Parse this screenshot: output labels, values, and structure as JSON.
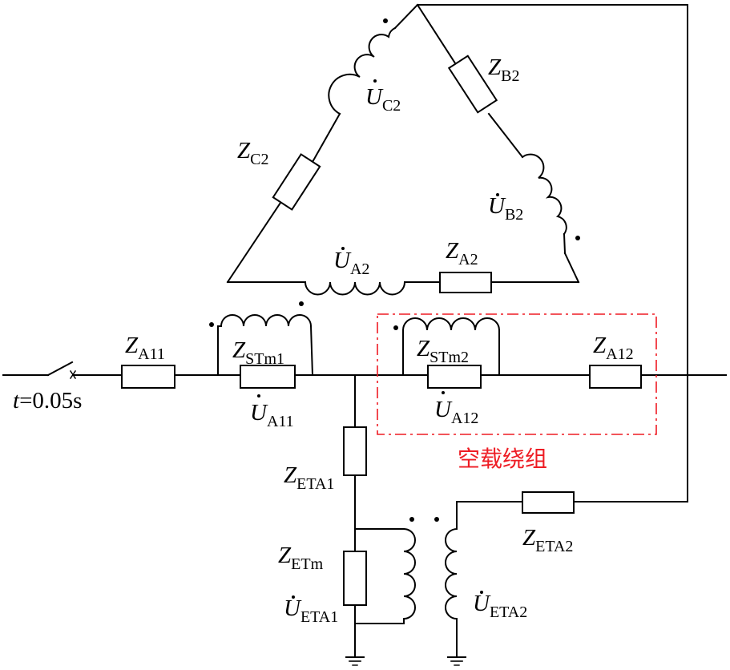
{
  "labels": {
    "z_a11": {
      "base": "Z",
      "sub": "A11"
    },
    "z_stm1": {
      "base": "Z",
      "sub": "STm1"
    },
    "u_a11": {
      "base": "U",
      "sub": "A11"
    },
    "z_stm2": {
      "base": "Z",
      "sub": "STm2"
    },
    "u_a12": {
      "base": "U",
      "sub": "A12"
    },
    "z_a12": {
      "base": "Z",
      "sub": "A12"
    },
    "z_eta1": {
      "base": "Z",
      "sub": "ETA1"
    },
    "z_etm": {
      "base": "Z",
      "sub": "ETm"
    },
    "u_eta1": {
      "base": "U",
      "sub": "ETA1"
    },
    "u_eta2": {
      "base": "U",
      "sub": "ETA2"
    },
    "z_eta2": {
      "base": "Z",
      "sub": "ETA2"
    },
    "u_c2": {
      "base": "U",
      "sub": "C2"
    },
    "z_c2": {
      "base": "Z",
      "sub": "C2"
    },
    "z_b2": {
      "base": "Z",
      "sub": "B2"
    },
    "u_b2": {
      "base": "U",
      "sub": "B2"
    },
    "u_a2": {
      "base": "U",
      "sub": "A2"
    },
    "z_a2": {
      "base": "Z",
      "sub": "A2"
    }
  },
  "switch_time": {
    "var": "t",
    "rest": "=0.05s"
  },
  "noload_winding_label": "空载绕组",
  "colors": {
    "wire": "#000000",
    "highlight": "#ee1c24"
  }
}
